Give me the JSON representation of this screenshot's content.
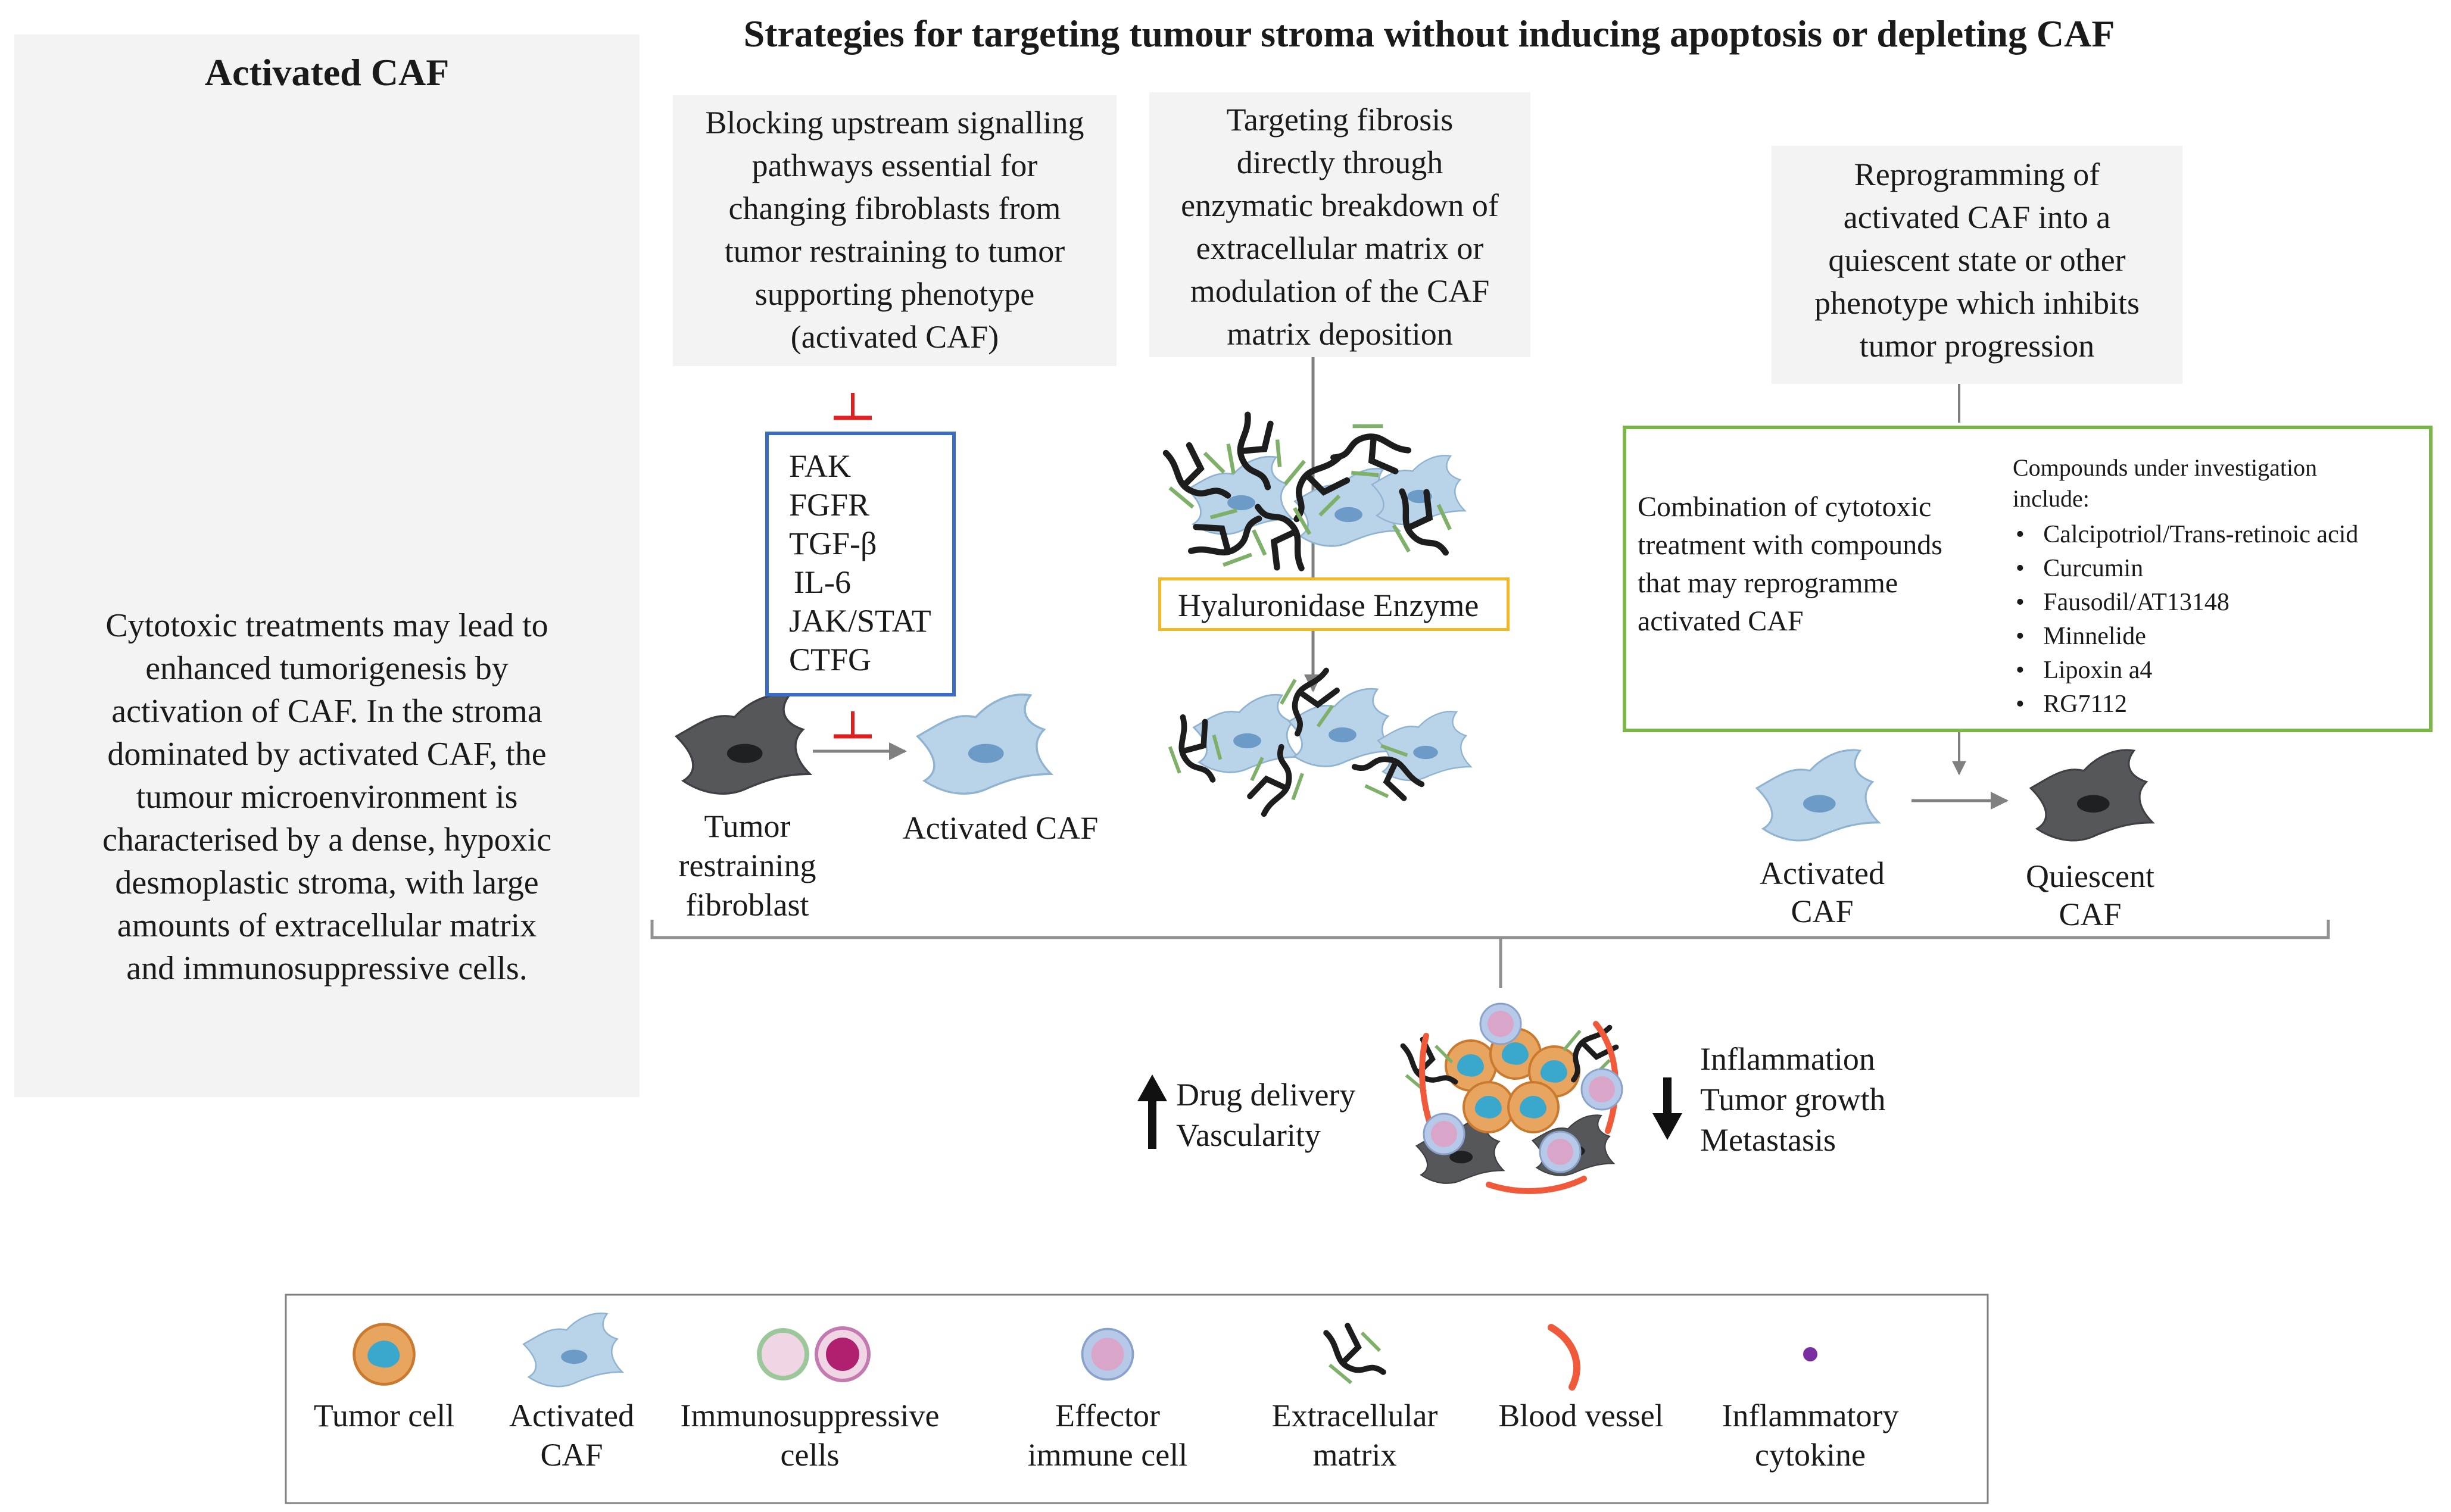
{
  "main_title": "Strategies for targeting tumour stroma without inducing apoptosis or depleting CAF",
  "left_panel": {
    "title": "Activated CAF",
    "description": [
      "Cytotoxic treatments may lead to",
      "enhanced tumorigenesis by",
      "activation of CAF. In the stroma",
      "dominated by activated CAF, the",
      "tumour microenvironment is",
      "characterised by a dense, hypoxic",
      "desmoplastic stroma, with large",
      "amounts of extracellular matrix",
      "and  immunosuppressive cells."
    ]
  },
  "strategy_1": {
    "header": [
      "Blocking upstream signalling",
      "pathways essential for",
      "changing fibroblasts from",
      "tumor restraining to tumor",
      "supporting phenotype",
      "(activated CAF)"
    ],
    "pathways": [
      "FAK",
      "FGFR",
      "TGF-β",
      "IL-6",
      "JAK/STAT",
      "CTFG"
    ],
    "from_label": [
      "Tumor",
      "restraining",
      "fibroblast"
    ],
    "to_label": "Activated CAF"
  },
  "strategy_2": {
    "header": [
      "Targeting fibrosis",
      "directly through",
      "enzymatic breakdown of",
      "extracellular matrix or",
      "modulation of the CAF",
      "matrix deposition"
    ],
    "enzyme_label": "Hyaluronidase Enzyme"
  },
  "strategy_3": {
    "header": [
      "Reprogramming of",
      "activated CAF into a",
      "quiescent state or other",
      "phenotype which inhibits",
      "tumor progression"
    ],
    "combination_text": [
      "Combination of cytotoxic",
      "treatment with compounds",
      "that may reprogramme",
      "activated CAF"
    ],
    "compounds_heading": [
      "Compounds  under investigation",
      "include:"
    ],
    "compounds": [
      "Calcipotriol/Trans-retinoic acid",
      "Curcumin",
      "Fausodil/AT13148",
      "Minnelide",
      "Lipoxin a4",
      "RG7112"
    ],
    "from_label": [
      "Activated",
      "CAF"
    ],
    "to_label": [
      "Quiescent",
      "CAF"
    ]
  },
  "outcome": {
    "increase": [
      "Drug delivery",
      "Vascularity"
    ],
    "decrease": [
      "Inflammation",
      "Tumor growth",
      "Metastasis"
    ]
  },
  "legend": [
    {
      "icon": "tumor-cell-icon",
      "label": [
        "Tumor cell"
      ]
    },
    {
      "icon": "activated-caf-icon",
      "label": [
        "Activated",
        "CAF"
      ]
    },
    {
      "icon": "immunosuppressive-cells-icon",
      "label": [
        "Immunosuppressive",
        "cells"
      ]
    },
    {
      "icon": "effector-immune-cell-icon",
      "label": [
        "Effector",
        "immune cell"
      ]
    },
    {
      "icon": "extracellular-matrix-icon",
      "label": [
        "Extracellular",
        "matrix"
      ]
    },
    {
      "icon": "blood-vessel-icon",
      "label": [
        "Blood vessel"
      ]
    },
    {
      "icon": "inflammatory-cytokine-icon",
      "label": [
        "Inflammatory",
        "cytokine"
      ]
    }
  ],
  "colors": {
    "inhibit": "#e02020",
    "pathway_box": "#3a6cc4",
    "enzyme_box": "#f2b826",
    "combination_box": "#7ab648",
    "panel": "#f3f3f3",
    "caf": "#b9d3e8",
    "fibroblast": "#55575b",
    "tumor_cell": "#e8a560",
    "nucleus": "#3aa7cc",
    "blood_vessel": "#f05a3a",
    "cytokine": "#7a2fa0"
  }
}
